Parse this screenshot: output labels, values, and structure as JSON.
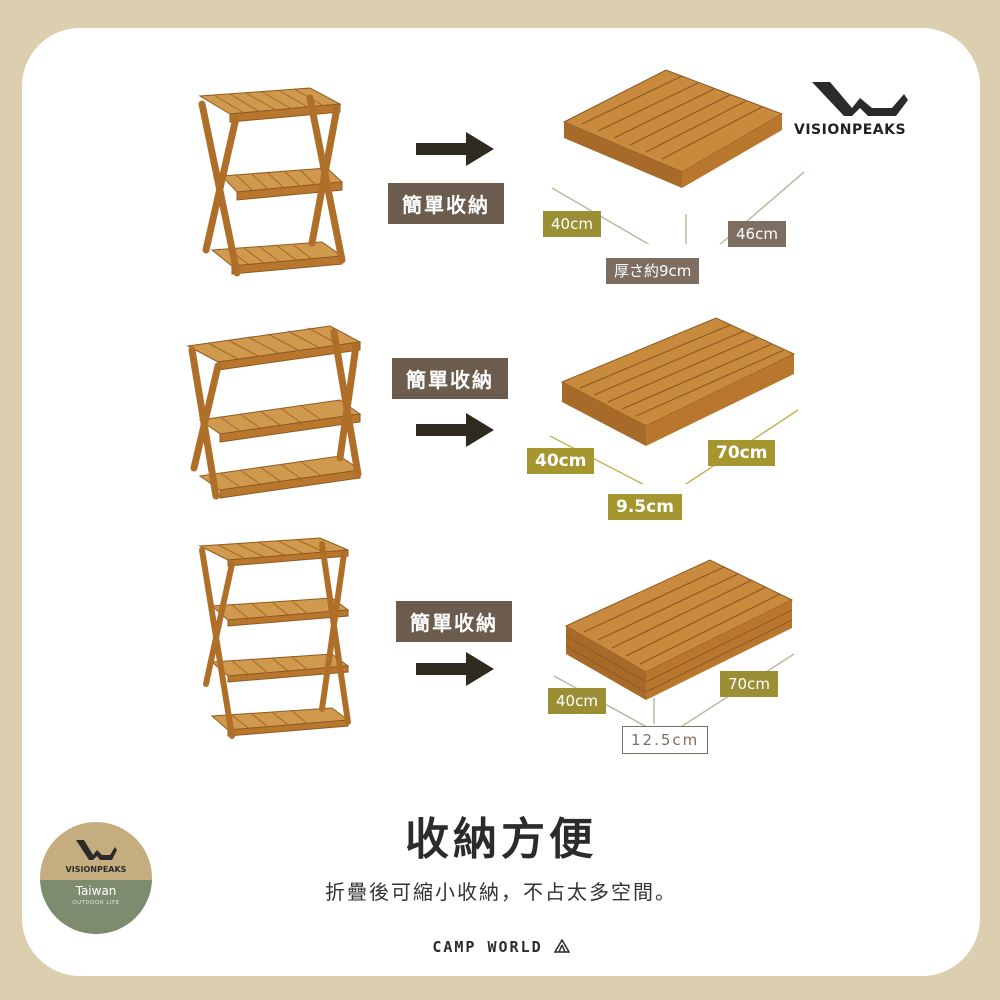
{
  "brand": {
    "logo_text": "VISIONPEAKS",
    "badge_brand": "VISIONPEAKS",
    "badge_region": "Taiwan",
    "badge_tagline": "OUTDOOR LIFE"
  },
  "rows": [
    {
      "label": "簡單收納",
      "width": "40cm",
      "length": "46cm",
      "thickness": "厚さ約9cm"
    },
    {
      "label": "簡單收納",
      "width": "40cm",
      "length": "70cm",
      "thickness": "9.5cm"
    },
    {
      "label": "簡單收納",
      "width": "40cm",
      "length": "70cm",
      "thickness": "12.5cm"
    }
  ],
  "headline": "收納方便",
  "subline": "折疊後可縮小收納，不占太多空間。",
  "footer": "CAMP WORLD",
  "colors": {
    "background": "#dccfb0",
    "wood": "#c98a3c",
    "tag_dark": "#6b5c4d",
    "dim_olive": "#9b8f36"
  },
  "icons": {
    "arrow": "arrow-right-icon",
    "tent": "tent-icon",
    "logo": "visionpeaks-logo-icon"
  }
}
